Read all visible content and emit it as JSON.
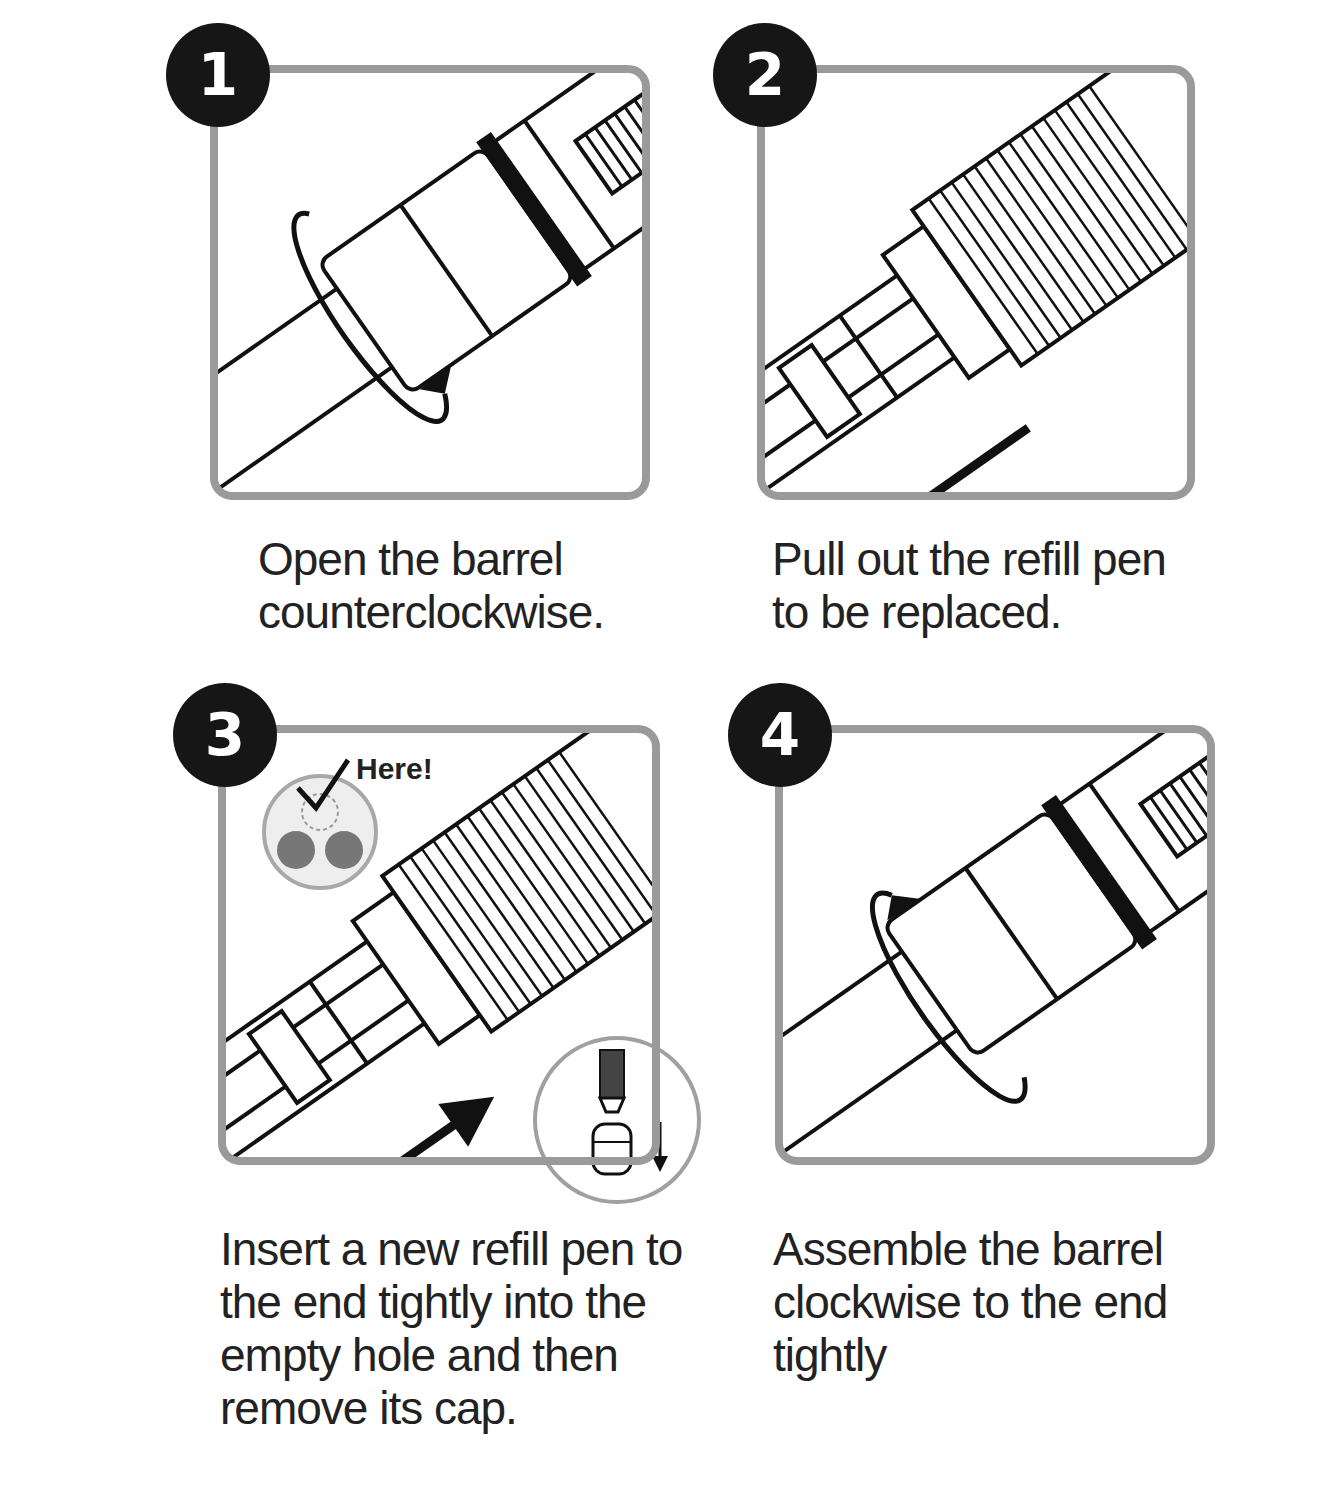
{
  "diagram": {
    "nodes": [
      {
        "text": [
          "1",
          "Open the barrel counterclockwise."
        ]
      },
      {
        "text": [
          "2",
          "Pull out the refill pen to be replaced."
        ]
      },
      {
        "text": [
          "3",
          "Insert a new refill pen to the end tightly into the empty hole and then remove its cap."
        ]
      },
      {
        "text": [
          "4",
          "Assemble the barrel clockwise to the end tightly"
        ]
      }
    ],
    "labels": [
      "Here!"
    ]
  }
}
